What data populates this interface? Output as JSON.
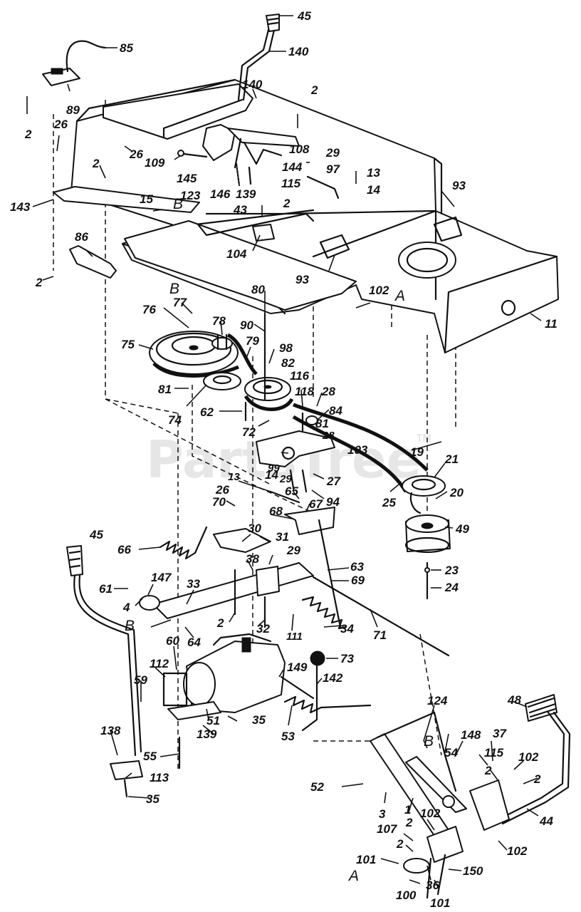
{
  "watermark": {
    "text": "PartsTree",
    "trademark": "TM"
  },
  "callouts": [
    {
      "text": "45"
    },
    {
      "text": "85"
    },
    {
      "text": "140"
    },
    {
      "text": "140"
    },
    {
      "text": "89"
    },
    {
      "text": "2"
    },
    {
      "text": "2"
    },
    {
      "text": "26"
    },
    {
      "text": "2"
    },
    {
      "text": "26"
    },
    {
      "text": "109"
    },
    {
      "text": "145"
    },
    {
      "text": "123"
    },
    {
      "text": "146"
    },
    {
      "text": "139"
    },
    {
      "text": "108"
    },
    {
      "text": "144"
    },
    {
      "text": "115"
    },
    {
      "text": "29"
    },
    {
      "text": "97"
    },
    {
      "text": "13"
    },
    {
      "text": "14"
    },
    {
      "text": "93"
    },
    {
      "text": "143"
    },
    {
      "text": "15"
    },
    {
      "text": "B"
    },
    {
      "text": "43"
    },
    {
      "text": "2"
    },
    {
      "text": "86"
    },
    {
      "text": "104"
    },
    {
      "text": "93"
    },
    {
      "text": "2"
    },
    {
      "text": "B"
    },
    {
      "text": "80"
    },
    {
      "text": "102"
    },
    {
      "text": "A"
    },
    {
      "text": "11"
    },
    {
      "text": "76"
    },
    {
      "text": "77"
    },
    {
      "text": "78"
    },
    {
      "text": "90"
    },
    {
      "text": "75"
    },
    {
      "text": "79"
    },
    {
      "text": "98"
    },
    {
      "text": "82"
    },
    {
      "text": "116"
    },
    {
      "text": "81"
    },
    {
      "text": "74"
    },
    {
      "text": "118"
    },
    {
      "text": "28"
    },
    {
      "text": "62"
    },
    {
      "text": "84"
    },
    {
      "text": "72"
    },
    {
      "text": "81"
    },
    {
      "text": "28"
    },
    {
      "text": "103"
    },
    {
      "text": "19"
    },
    {
      "text": "21"
    },
    {
      "text": "99"
    },
    {
      "text": "13"
    },
    {
      "text": "14"
    },
    {
      "text": "29"
    },
    {
      "text": "27"
    },
    {
      "text": "26"
    },
    {
      "text": "65"
    },
    {
      "text": "94"
    },
    {
      "text": "25"
    },
    {
      "text": "20"
    },
    {
      "text": "70"
    },
    {
      "text": "68"
    },
    {
      "text": "67"
    },
    {
      "text": "49"
    },
    {
      "text": "45"
    },
    {
      "text": "66"
    },
    {
      "text": "30"
    },
    {
      "text": "31"
    },
    {
      "text": "29"
    },
    {
      "text": "38"
    },
    {
      "text": "63"
    },
    {
      "text": "69"
    },
    {
      "text": "23"
    },
    {
      "text": "24"
    },
    {
      "text": "61"
    },
    {
      "text": "4"
    },
    {
      "text": "147"
    },
    {
      "text": "33"
    },
    {
      "text": "B"
    },
    {
      "text": "64"
    },
    {
      "text": "2"
    },
    {
      "text": "32"
    },
    {
      "text": "111"
    },
    {
      "text": "34"
    },
    {
      "text": "71"
    },
    {
      "text": "60"
    },
    {
      "text": "73"
    },
    {
      "text": "112"
    },
    {
      "text": "149"
    },
    {
      "text": "142"
    },
    {
      "text": "59"
    },
    {
      "text": "51"
    },
    {
      "text": "35"
    },
    {
      "text": "139"
    },
    {
      "text": "53"
    },
    {
      "text": "124"
    },
    {
      "text": "48"
    },
    {
      "text": "138"
    },
    {
      "text": "55"
    },
    {
      "text": "113"
    },
    {
      "text": "35"
    },
    {
      "text": "B"
    },
    {
      "text": "148"
    },
    {
      "text": "54"
    },
    {
      "text": "37"
    },
    {
      "text": "115"
    },
    {
      "text": "102"
    },
    {
      "text": "2"
    },
    {
      "text": "2"
    },
    {
      "text": "52"
    },
    {
      "text": "3"
    },
    {
      "text": "1"
    },
    {
      "text": "102"
    },
    {
      "text": "44"
    },
    {
      "text": "107"
    },
    {
      "text": "2"
    },
    {
      "text": "2"
    },
    {
      "text": "102"
    },
    {
      "text": "101"
    },
    {
      "text": "A"
    },
    {
      "text": "150"
    },
    {
      "text": "100"
    },
    {
      "text": "36"
    },
    {
      "text": "101"
    }
  ]
}
